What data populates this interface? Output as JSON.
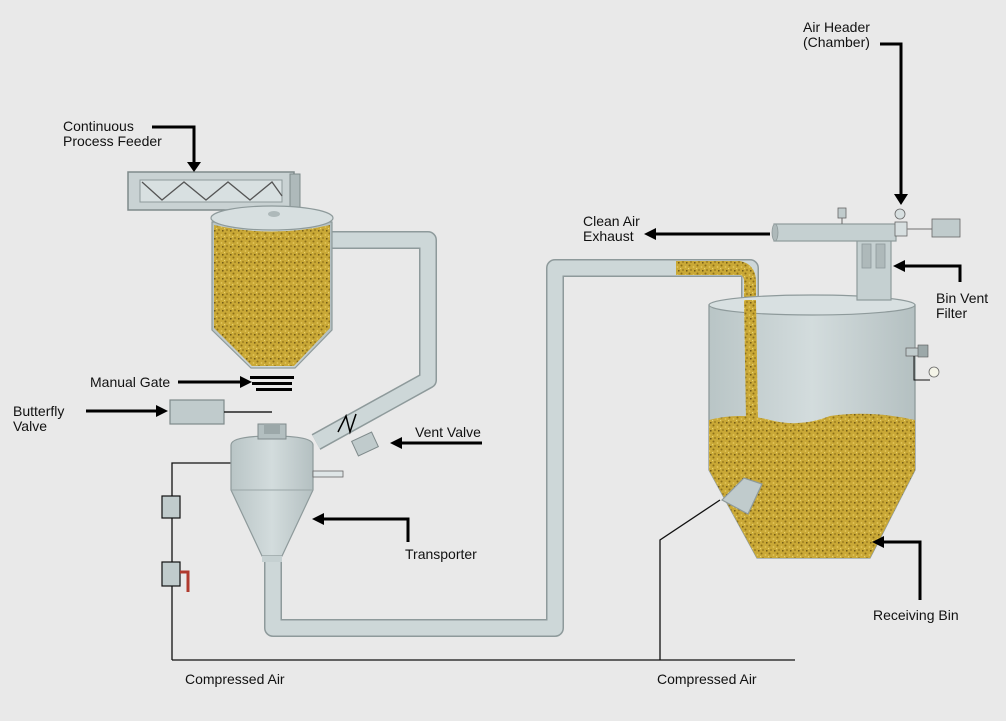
{
  "labels": {
    "continuous_feeder": [
      "Continuous",
      "Process Feeder"
    ],
    "manual_gate": [
      "Manual Gate"
    ],
    "butterfly_valve": [
      "Butterfly",
      "Valve"
    ],
    "vent_valve": [
      "Vent Valve"
    ],
    "transporter": [
      "Transporter"
    ],
    "compressed_air_left": [
      "Compressed Air"
    ],
    "compressed_air_right": [
      "Compressed Air"
    ],
    "clean_air_exhaust": [
      "Clean Air",
      "Exhaust"
    ],
    "air_header": [
      "Air Header",
      "(Chamber)"
    ],
    "bin_vent_filter": [
      "Bin Vent",
      "Filter"
    ],
    "receiving_bin": [
      "Receiving Bin"
    ]
  },
  "colors": {
    "background": "#e9e9e9",
    "vessel_steel": "#c5d0d1",
    "vessel_outline": "#8e9a9b",
    "granular_material": "#c9a836",
    "arrow": "#000000"
  }
}
